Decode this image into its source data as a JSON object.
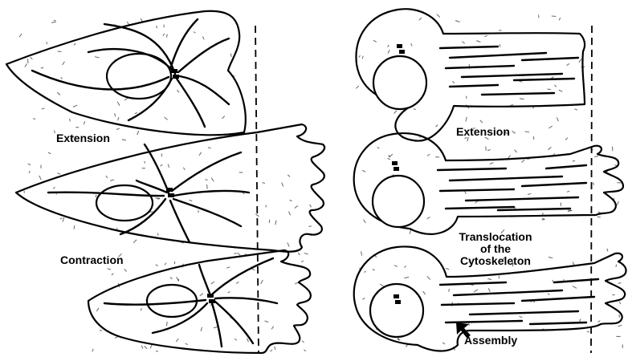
{
  "labels": {
    "left_extension": "Extension",
    "left_contraction": "Contraction",
    "right_extension": "Extension",
    "translocation_line1": "Translocation",
    "translocation_line2": "of the",
    "translocation_line3": "Cytoskeleton",
    "assembly": "Assembly"
  }
}
